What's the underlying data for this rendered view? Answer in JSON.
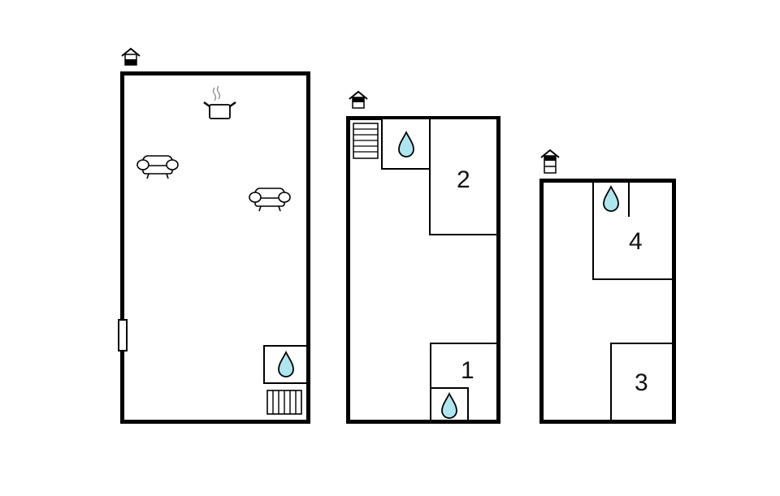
{
  "floorplan": {
    "type": "house floor plan",
    "colors": {
      "wall": "#000000",
      "background": "#ffffff",
      "water": "#aee6f0"
    },
    "floors": [
      {
        "id": "ground-floor",
        "level_icon": "floor-level-ground-icon",
        "rooms": [
          {
            "type": "living-kitchen",
            "icons": [
              "cooking-pot-icon",
              "armchair-icon",
              "armchair-icon"
            ]
          },
          {
            "type": "bathroom",
            "icons": [
              "water-drop-icon"
            ]
          },
          {
            "type": "radiator",
            "icons": [
              "radiator-icon"
            ]
          },
          {
            "type": "entrance",
            "icons": [
              "door-icon"
            ]
          }
        ]
      },
      {
        "id": "first-floor",
        "level_icon": "floor-level-first-icon",
        "rooms": [
          {
            "type": "stairs",
            "icons": [
              "stairs-icon"
            ]
          },
          {
            "type": "bathroom",
            "icons": [
              "water-drop-icon"
            ]
          },
          {
            "type": "bedroom",
            "label": "2"
          },
          {
            "type": "bedroom",
            "label": "1"
          },
          {
            "type": "bathroom",
            "icons": [
              "water-drop-icon"
            ]
          }
        ]
      },
      {
        "id": "second-floor",
        "level_icon": "floor-level-second-icon",
        "rooms": [
          {
            "type": "bathroom",
            "icons": [
              "water-drop-icon"
            ]
          },
          {
            "type": "bedroom",
            "label": "4"
          },
          {
            "type": "bedroom",
            "label": "3"
          }
        ]
      }
    ],
    "room_labels": {
      "bedroom_1": "1",
      "bedroom_2": "2",
      "bedroom_3": "3",
      "bedroom_4": "4"
    }
  }
}
